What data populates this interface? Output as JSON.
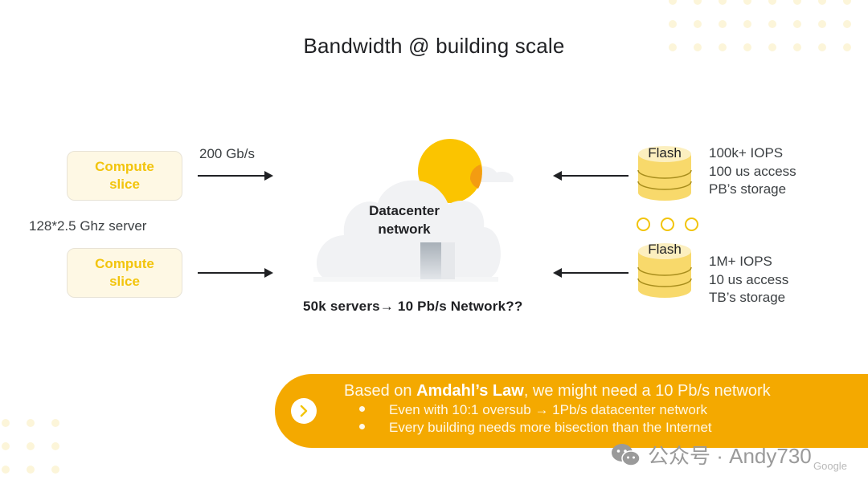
{
  "slide": {
    "title": "Bandwidth @ building scale",
    "compute": {
      "boxes": [
        {
          "line1": "Compute",
          "line2": "slice"
        },
        {
          "line1": "Compute",
          "line2": "slice"
        }
      ],
      "link_speed": "200 Gb/s",
      "server_spec": "128*2.5 Ghz server"
    },
    "network": {
      "line1": "Datacenter",
      "line2": "network",
      "caption": "50k servers→ 10 Pb/s Network??"
    },
    "storage": [
      {
        "label": "Flash",
        "specs": [
          "100k+ IOPS",
          "100 us access",
          "PB’s storage"
        ]
      },
      {
        "label": "Flash",
        "specs": [
          "1M+ IOPS",
          "10 us access",
          "TB’s storage"
        ]
      }
    ],
    "ellipsis_icon": "three-circles-icon",
    "banner": {
      "icon": "chevron-right-icon",
      "main_prefix": "Based on ",
      "main_bold": "Amdahl’s Law",
      "main_suffix": ", we might need a 10 Pb/s network",
      "bullets": [
        "Even with 10:1 oversub → 1Pb/s datacenter network",
        "Every building needs more bisection than the Internet"
      ]
    },
    "watermark": {
      "icon": "wechat-icon",
      "text": "公众号 · Andy730"
    },
    "brand": "Google"
  },
  "colors": {
    "accent_yellow": "#f2c40c",
    "banner_orange": "#f4a900",
    "compute_fill": "#fef8e4"
  }
}
